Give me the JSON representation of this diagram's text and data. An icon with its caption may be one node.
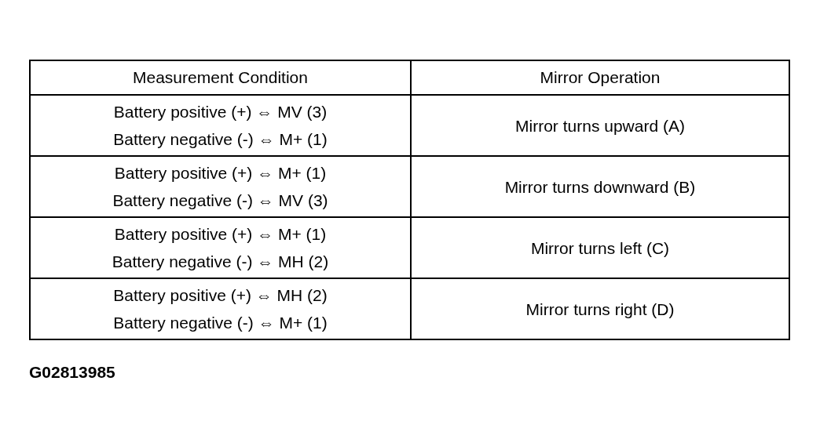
{
  "diagram": {
    "labels": [
      "Measurement Condition",
      "Mirror Operation",
      "Battery positive (+) ⇔ MV (3)",
      "Battery negative (-) ⇔ M+ (1)",
      "Mirror turns upward (A)",
      "Battery positive (+) ⇔ M+ (1)",
      "Battery negative (-) ⇔ MV (3)",
      "Mirror turns downward (B)",
      "Battery positive (+) ⇔ M+ (1)",
      "Battery negative (-) ⇔ MH (2)",
      "Mirror turns left (C)",
      "Battery positive (+) ⇔ MH (2)",
      "Battery negative (-) ⇔ M+ (1)",
      "Mirror turns right (D)",
      "G02813985"
    ]
  }
}
